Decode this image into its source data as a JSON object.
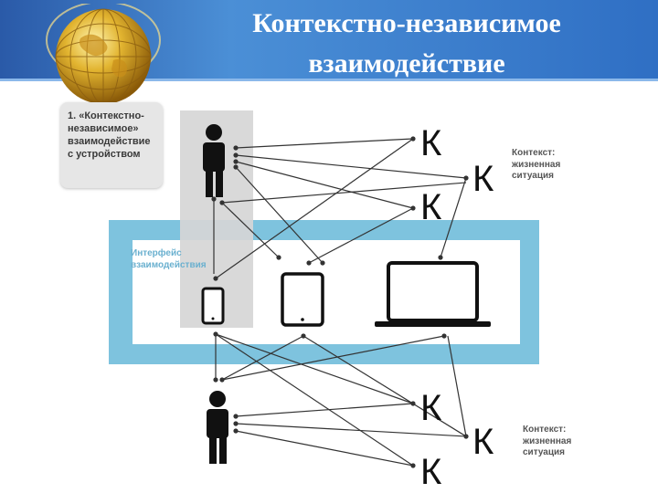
{
  "slide": {
    "title_line1": "Контекстно-независимое",
    "title_line2": "взаимодействие"
  },
  "diagram": {
    "callout_lines": [
      "1. «Контекстно-",
      "независимое»",
      "взаимодействие",
      "с устройством"
    ],
    "context_top_lines": [
      "Контекст:",
      "жизненная",
      "ситуация"
    ],
    "context_bottom_lines": [
      "Контекст:",
      "жизненная",
      "ситуация"
    ],
    "interface_lines": [
      "Интерфейс",
      "взаимодействия"
    ],
    "k_letter": "К",
    "devices": [
      "smartphone",
      "tablet",
      "laptop"
    ],
    "people": [
      "person-top",
      "person-bottom"
    ]
  },
  "colors": {
    "header": "#2f6fc4",
    "interface_frame": "#7ec3de",
    "highlight_column": "#d6d6d6",
    "lines": "#333333"
  }
}
